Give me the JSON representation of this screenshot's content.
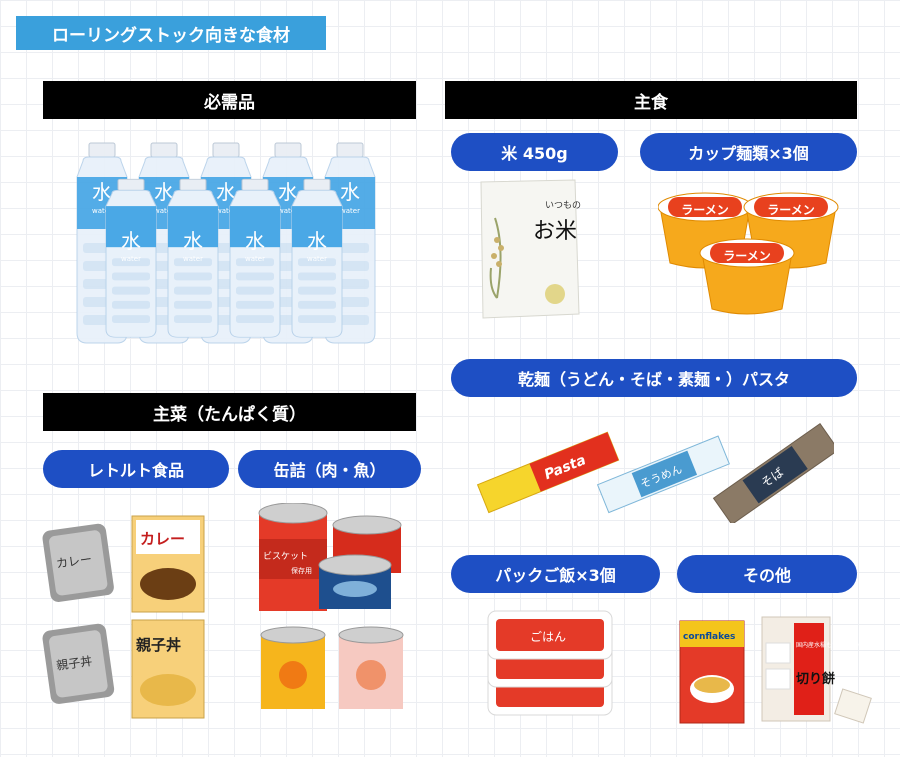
{
  "header": {
    "title": "ローリングストック向きな食材"
  },
  "sections": {
    "essentials": {
      "label": "必需品"
    },
    "staple": {
      "label": "主食"
    },
    "main_dish": {
      "label": "主菜（たんぱく質）"
    }
  },
  "categories": {
    "rice": "米 450g",
    "cup_noodles": "カップ麺類×3個",
    "dry_noodles": "乾麺（うどん・そば・素麺・）パスタ",
    "retort": "レトルト食品",
    "canned": "缶詰（肉・魚）",
    "pack_rice": "パックご飯×3個",
    "other": "その他"
  },
  "illustrations": {
    "water": {
      "kanji": "水",
      "sub": "water"
    },
    "rice_bag": {
      "text1": "いつもの",
      "text2": "お米"
    },
    "cup_noodle": {
      "label": "ラーメン"
    },
    "pasta": {
      "label": "Pasta"
    },
    "somen": {
      "label": "そうめん"
    },
    "soba": {
      "label": "そば"
    },
    "curry_pouch": {
      "label": "カレー"
    },
    "curry_box": {
      "label": "カレー"
    },
    "oyakodon_pouch": {
      "label": "親子丼"
    },
    "oyakodon_box": {
      "label": "親子丼"
    },
    "biscuit_can": {
      "label": "ビスケット",
      "sub": "保存用"
    },
    "cornflakes": {
      "label": "cornflakes"
    },
    "mochi": {
      "label": "切り餅",
      "sub": "国内産水稲もち米100%"
    },
    "pack_rice": {
      "label": "ごはん"
    }
  }
}
